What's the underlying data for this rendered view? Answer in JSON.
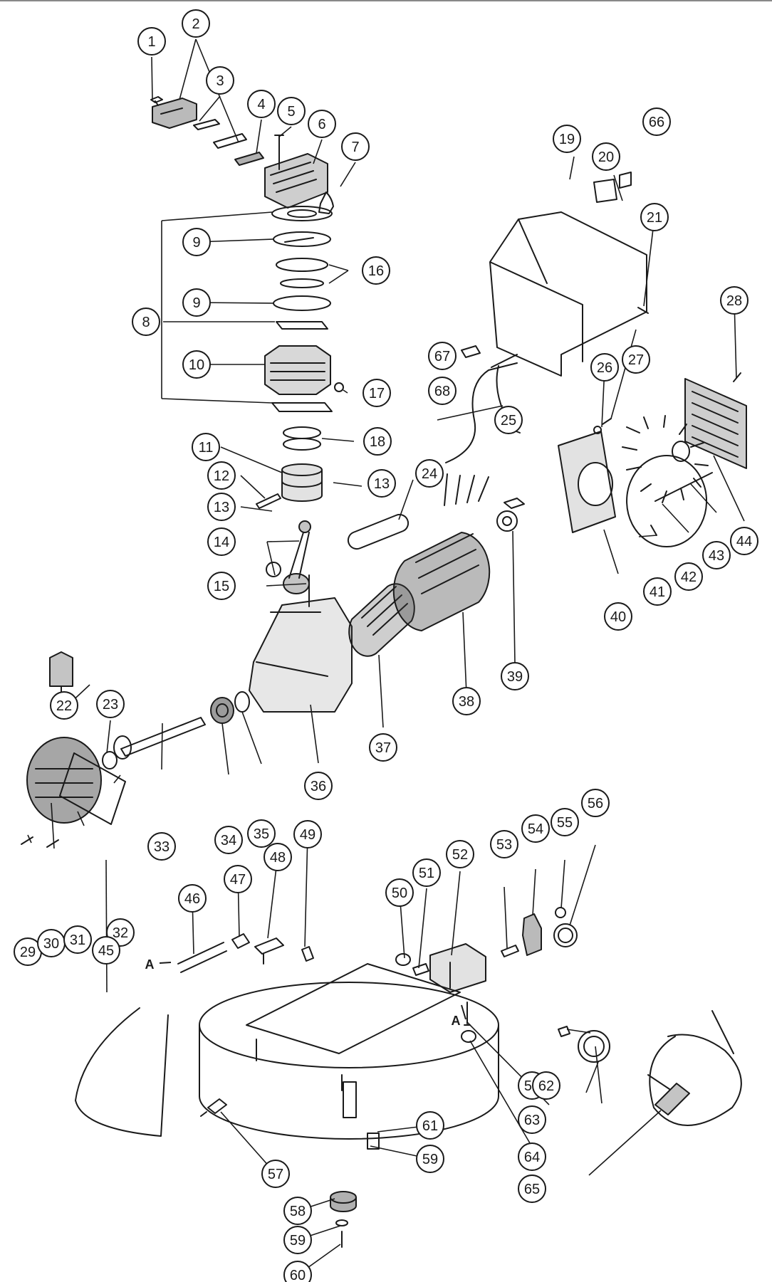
{
  "figure": {
    "ink_color": "#1a1a1a",
    "shade_color": "#3a3a3a",
    "paper_color": "#ffffff",
    "part_callouts": [
      "1",
      "2",
      "3",
      "4",
      "5",
      "6",
      "7",
      "8",
      "9",
      "10",
      "11",
      "12",
      "13",
      "14",
      "15",
      "16",
      "17",
      "18",
      "19",
      "20",
      "21",
      "22",
      "23",
      "24",
      "25",
      "26",
      "27",
      "28",
      "29",
      "30",
      "31",
      "32",
      "33",
      "34",
      "35",
      "36",
      "37",
      "38",
      "39",
      "40",
      "41",
      "42",
      "43",
      "44",
      "45",
      "46",
      "47",
      "48",
      "49",
      "50",
      "51",
      "52",
      "53",
      "54",
      "55",
      "56",
      "57",
      "58",
      "59",
      "60",
      "61",
      "62",
      "63",
      "64",
      "65",
      "66",
      "67",
      "68"
    ],
    "connection_markers": [
      "A",
      "A"
    ]
  }
}
